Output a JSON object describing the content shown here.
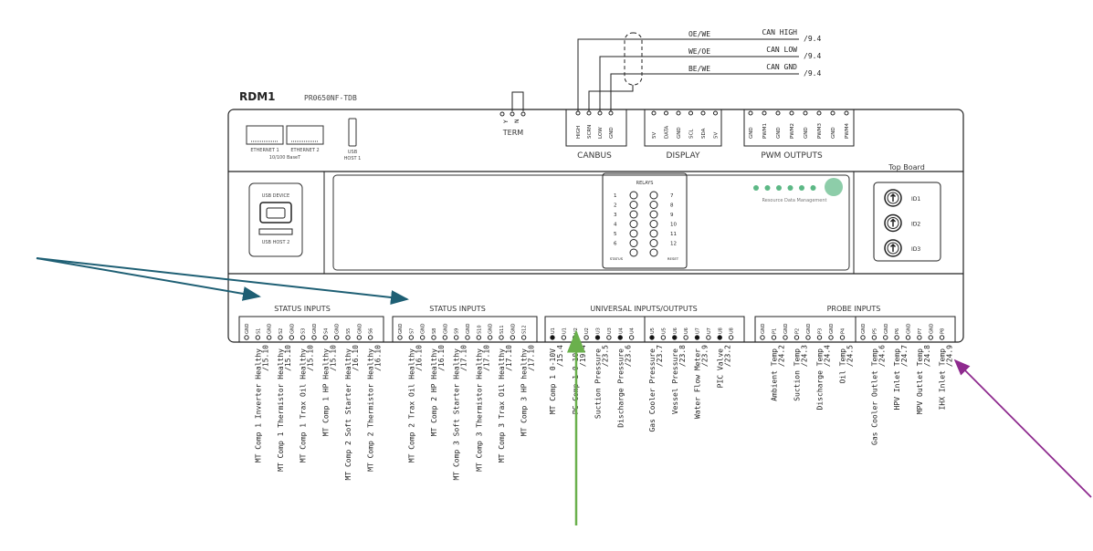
{
  "device": {
    "name": "RDM1",
    "model": "PR0650NF-TDB"
  },
  "top_ports": {
    "ethernet1": "ETHERNET 1",
    "ethernet2": "ETHERNET 2",
    "ethernet_speed": "10/100 BaseT",
    "usb_host1_line1": "USB",
    "usb_host1_line2": "HOST 1"
  },
  "term": {
    "label": "TERM",
    "pins": [
      "Y",
      "N"
    ]
  },
  "canbus": {
    "label": "CANBUS",
    "pins": [
      "HIGH",
      "SCRN",
      "LOW",
      "GND"
    ],
    "wires": [
      {
        "colour": "OE/WE",
        "signal": "CAN HIGH",
        "ref": "/9.4"
      },
      {
        "colour": "WE/OE",
        "signal": "CAN LOW",
        "ref": "/9.4"
      },
      {
        "colour": "BE/WE",
        "signal": "CAN GND",
        "ref": "/9.4"
      }
    ]
  },
  "display": {
    "label": "DISPLAY",
    "pins": [
      "5V",
      "DATA",
      "GND",
      "SCL",
      "SDA",
      "5V"
    ]
  },
  "pwm": {
    "label": "PWM OUTPUTS",
    "pins": [
      "GND",
      "PWM1",
      "GND",
      "PWM2",
      "GND",
      "PWM3",
      "GND",
      "PWM4"
    ]
  },
  "usb_panel": {
    "device": "USB DEVICE",
    "host2": "USB HOST 2"
  },
  "relays": {
    "title": "RELAYS",
    "left": [
      "1",
      "2",
      "3",
      "4",
      "5",
      "6"
    ],
    "right": [
      "7",
      "8",
      "9",
      "10",
      "11",
      "12"
    ],
    "status": "STATUS",
    "reset": "RESET"
  },
  "logo": {
    "text": "Resource Data Management",
    "color": "#5cb885"
  },
  "top_board": {
    "label": "Top Board",
    "ids": [
      "ID1",
      "ID2",
      "ID3"
    ]
  },
  "sections": {
    "status1": "STATUS INPUTS",
    "status2": "STATUS INPUTS",
    "universal": "UNIVERSAL INPUTS/OUTPUTS",
    "probe": "PROBE INPUTS"
  },
  "blocks": [
    {
      "id": "status1",
      "pins": [
        "GND",
        "S1",
        "GND",
        "S2",
        "GND",
        "S3",
        "GND",
        "S4",
        "GND",
        "S5",
        "GND",
        "S6"
      ],
      "filled": false,
      "signals": [
        {
          "name": "MT Comp 1 Inverter Healthy",
          "ref": "/15.10"
        },
        {
          "name": "MT Comp 1 Thermistor Healthy",
          "ref": "/15.10"
        },
        {
          "name": "MT Comp 1 Trax Oil Healthy",
          "ref": "/15.10"
        },
        {
          "name": "MT Comp 1 HP Healthy",
          "ref": "/15.10"
        },
        {
          "name": "MT Comp 2 Soft Starter Healthy",
          "ref": "/16.10"
        },
        {
          "name": "MT Comp 2 Thermistor Healthy",
          "ref": "/16.10"
        }
      ]
    },
    {
      "id": "status2",
      "pins": [
        "GND",
        "S7",
        "GND",
        "S8",
        "GND",
        "S9",
        "GND",
        "S10",
        "GND",
        "S11",
        "GND",
        "S12"
      ],
      "filled": false,
      "signals": [
        {
          "name": "MT Comp 2 Trax Oil Healthy",
          "ref": "/16.10"
        },
        {
          "name": "MT Comp 2 HP Healthy",
          "ref": "/16.10"
        },
        {
          "name": "MT Comp 3 Soft Starter Healthy",
          "ref": "/17.10"
        },
        {
          "name": "MT Comp 3 Thermistor Healthy",
          "ref": "/17.10"
        },
        {
          "name": "MT Comp 3 Trax Oil Healthy",
          "ref": "/17.10"
        },
        {
          "name": "MT Comp 3 HP healthy",
          "ref": "/17.10"
        }
      ]
    },
    {
      "id": "universal1",
      "pins": [
        "U1",
        "U1",
        "U2",
        "U2",
        "U3",
        "U3",
        "U4",
        "U4"
      ],
      "filled": true,
      "signals": [
        {
          "name": "MT Comp 1 0-10V",
          "ref": "/15.4"
        },
        {
          "name": "PC Comp 1 0-10V",
          "ref": "/19.4"
        },
        {
          "name": "Suction Pressure",
          "ref": "/23.5"
        },
        {
          "name": "Discharge Pressure",
          "ref": "/23.6"
        }
      ]
    },
    {
      "id": "universal2",
      "pins": [
        "U5",
        "U5",
        "U6",
        "U6",
        "U7",
        "U7",
        "U8",
        "U8"
      ],
      "filled": true,
      "signals": [
        {
          "name": "Gas Cooler Pressure",
          "ref": "/23.7"
        },
        {
          "name": "Vessel Pressure",
          "ref": "/23.8"
        },
        {
          "name": "Water Flow Meter",
          "ref": "/23.9"
        },
        {
          "name": "PIC Valve",
          "ref": "/23.2"
        }
      ]
    },
    {
      "id": "probe1",
      "pins": [
        "GND",
        "P1",
        "GND",
        "P2",
        "GND",
        "P3",
        "GND",
        "P4"
      ],
      "filled": false,
      "signals": [
        {
          "name": "Ambient Temp",
          "ref": "/24.2"
        },
        {
          "name": "Suction Temp",
          "ref": "/24.3"
        },
        {
          "name": "Discharge Temp",
          "ref": "/24.4"
        },
        {
          "name": "Oil Temp",
          "ref": "/24.5"
        }
      ]
    },
    {
      "id": "probe2",
      "pins": [
        "GND",
        "P5",
        "GND",
        "P6",
        "GND",
        "P7",
        "GND",
        "P8"
      ],
      "filled": false,
      "signals": [
        {
          "name": "Gas Cooler Outlet Temp",
          "ref": "/24.6"
        },
        {
          "name": "HPV Inlet Temp",
          "ref": "/24.7"
        },
        {
          "name": "MPV Outlet Temp",
          "ref": "/24.8"
        },
        {
          "name": "IHX Inlet Temp",
          "ref": "/24.9"
        }
      ]
    }
  ],
  "annotation_colors": {
    "teal_arrows": "#1e5f74",
    "green_arrow": "#6ab04c",
    "purple_arrow": "#8e2a8e"
  }
}
